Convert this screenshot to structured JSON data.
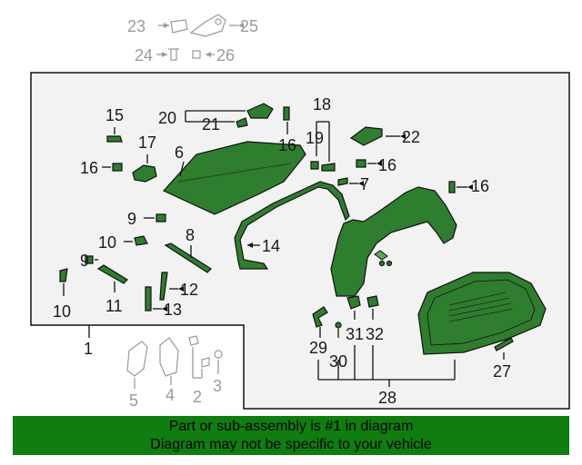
{
  "callouts": {
    "c1": "1",
    "c2": "2",
    "c3": "3",
    "c4": "4",
    "c5": "5",
    "c6": "6",
    "c7": "7",
    "c8": "8",
    "c9a": "9",
    "c9b": "9",
    "c10a": "10",
    "c10b": "10",
    "c11": "11",
    "c12": "12",
    "c13": "13",
    "c14": "14",
    "c15": "15",
    "c16a": "16",
    "c16b": "16",
    "c16c": "16",
    "c16d": "16",
    "c17": "17",
    "c18": "18",
    "c19": "19",
    "c20": "20",
    "c21": "21",
    "c22": "22",
    "c23": "23",
    "c24": "24",
    "c25": "25",
    "c26": "26",
    "c27": "27",
    "c28": "28",
    "c29": "29",
    "c30": "30",
    "c31": "31",
    "c32": "32"
  },
  "footer": {
    "line1": "Part or sub-assembly is #1 in diagram",
    "line2": "Diagram may not be specific to your vehicle"
  },
  "colors": {
    "part_fill": "#2f7d2f",
    "footer_bg": "#0f7d0f",
    "ghost": "#9a9a9a"
  }
}
